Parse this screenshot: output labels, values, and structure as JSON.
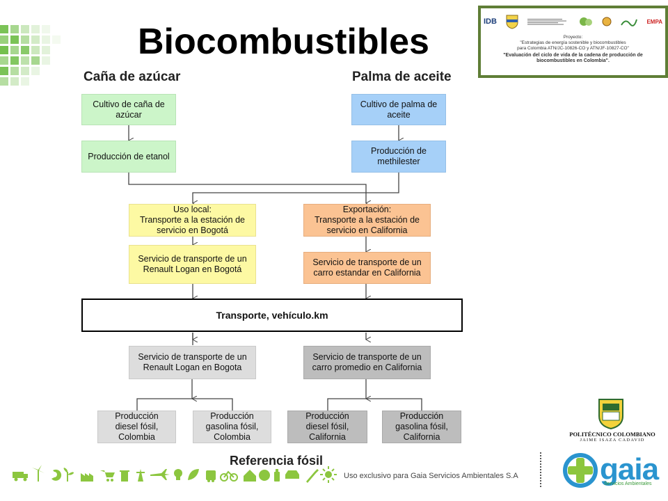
{
  "title": "Biocombustibles",
  "columns": {
    "left": "Caña de azúcar",
    "right": "Palma de aceite"
  },
  "boxes": {
    "cultivo_cana": "Cultivo de caña de\nazúcar",
    "produccion_etanol": "Producción de etanol",
    "cultivo_palma": "Cultivo de palma de\naceite",
    "produccion_methilester": "Producción de\nmethilester",
    "uso_local": "Uso local:\nTransporte a la estación de\nservicio en Bogotá",
    "exportacion": "Exportación:\nTransporte a la estación de\nservicio en California",
    "servicio_renault_bogota": "Servicio de transporte de un\nRenault Logan en Bogotá",
    "servicio_carro_california": "Servicio de transporte de un\ncarro estandar en  California",
    "central": "Transporte, vehículo.km",
    "ref_renault_bogota": "Servicio de transporte de un\nRenault Logan en Bogota",
    "ref_carro_california": "Servicio de transporte de un\ncarro promedio en  California",
    "diesel_colombia": "Producción\ndiesel fósil,\nColombia",
    "gasolina_colombia": "Producción\ngasolina fósil,\nColombia",
    "diesel_california": "Producción\ndiesel fósil,\nCalifornia",
    "gasolina_california": "Producción\ngasolina fósil,\nCalifornia"
  },
  "reference_label": "Referencia fósil",
  "project": {
    "logo_idb": "IDB",
    "logo_empa": "EMPA",
    "label": "Proyecto:",
    "line1": "\"Estrategias de energía sostenible y biocombustibles",
    "line2": "para Colombia ATN/JC-10826-CO y ATN/JF-10827-CO\"",
    "evaluation": "\"Evaluación del ciclo de vida de la cadena de producción de biocombustibles en Colombia\"."
  },
  "footer": "Uso exclusivo para Gaia Servicios Ambientales S.A",
  "politecnico": {
    "name": "POLITÉCNICO COLOMBIANO",
    "sub": "JAIME ISAZA CADAVID"
  },
  "gaia": {
    "word": "gaia",
    "sub": "Servicios Ambientales"
  },
  "colors": {
    "green": "#ccf5c9",
    "blue": "#a6d0f8",
    "yellow": "#fdf9a3",
    "orange": "#fbc393",
    "gray": "#dddddd",
    "dark_gray": "#bdbdbd",
    "deco_green": "#6dbd45",
    "gaia_blue": "#2a94cf"
  },
  "icon_names": [
    "truck-icon",
    "wind-turbine-icon",
    "recycle-icon",
    "plant-icon",
    "factory-icon",
    "cart-icon",
    "bin-icon",
    "tower-icon",
    "plane-icon",
    "bulb-icon",
    "leaf-icon",
    "bus-icon",
    "bicycle-icon",
    "house-icon",
    "globe-icon",
    "bottle-icon",
    "car-icon",
    "tool-icon",
    "sun-icon"
  ]
}
